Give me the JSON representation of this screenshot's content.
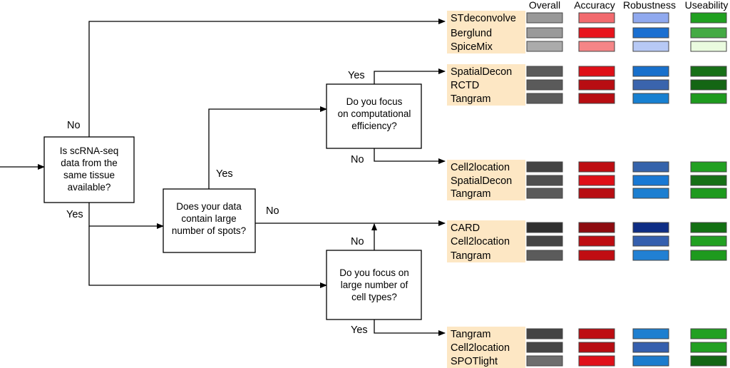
{
  "columns": [
    "Overall",
    "Accuracy",
    "Robustness",
    "Useability"
  ],
  "questions": {
    "q1": [
      "Is scRNA-seq",
      "data from the",
      "same tissue",
      "available?"
    ],
    "q2": [
      "Does your data",
      "contain large",
      "number of spots?"
    ],
    "q3": [
      "Do you focus",
      "on computational",
      "efficiency?"
    ],
    "q4": [
      "Do you focus on",
      "large number of",
      "cell types?"
    ]
  },
  "edges": {
    "q1_no": "No",
    "q1_yes": "Yes",
    "q2_yes": "Yes",
    "q2_no": "No",
    "q3_yes": "Yes",
    "q3_no": "No",
    "q4_no": "No",
    "q4_yes": "Yes"
  },
  "groups": [
    {
      "methods": [
        {
          "name": "STdeconvolve",
          "colors": [
            "#999999",
            "#f26a6e",
            "#90a9ef",
            "#20a020"
          ]
        },
        {
          "name": "Berglund",
          "colors": [
            "#9a9a9a",
            "#e8131c",
            "#1a6fd1",
            "#44aa44"
          ]
        },
        {
          "name": "SpiceMix",
          "colors": [
            "#ababab",
            "#f58587",
            "#b7c9f5",
            "#eafbdf"
          ]
        }
      ]
    },
    {
      "methods": [
        {
          "name": "SpatialDecon",
          "colors": [
            "#5b5b5b",
            "#df0f17",
            "#1870cc",
            "#177017"
          ]
        },
        {
          "name": "RCTD",
          "colors": [
            "#5a5a5a",
            "#b80d12",
            "#3a64ad",
            "#146614"
          ]
        },
        {
          "name": "Tangram",
          "colors": [
            "#5c5c5c",
            "#b80d12",
            "#1780d1",
            "#1e9a1e"
          ]
        }
      ]
    },
    {
      "methods": [
        {
          "name": "Cell2location",
          "colors": [
            "#444444",
            "#be0d12",
            "#3563ab",
            "#22a022"
          ]
        },
        {
          "name": "SpatialDecon",
          "colors": [
            "#4f4f4f",
            "#df0f17",
            "#1878d4",
            "#177017"
          ]
        },
        {
          "name": "Tangram",
          "colors": [
            "#5b5b5b",
            "#b80d12",
            "#1c7fd1",
            "#1e9a1e"
          ]
        }
      ]
    },
    {
      "methods": [
        {
          "name": "CARD",
          "colors": [
            "#2f2f2f",
            "#8e0b0f",
            "#0e2d85",
            "#127012"
          ]
        },
        {
          "name": "Cell2location",
          "colors": [
            "#454545",
            "#be0d12",
            "#355fae",
            "#22a022"
          ]
        },
        {
          "name": "Tangram",
          "colors": [
            "#5b5b5b",
            "#c00d12",
            "#2180d3",
            "#1e9a1e"
          ]
        }
      ]
    },
    {
      "methods": [
        {
          "name": "Tangram",
          "colors": [
            "#444444",
            "#be0d12",
            "#1e7fd0",
            "#22a022"
          ]
        },
        {
          "name": "Cell2location",
          "colors": [
            "#454545",
            "#b80d12",
            "#355fae",
            "#22a022"
          ]
        },
        {
          "name": "SPOTlight",
          "colors": [
            "#6e6e6e",
            "#e0101a",
            "#1c7ccd",
            "#146614"
          ]
        }
      ]
    }
  ]
}
